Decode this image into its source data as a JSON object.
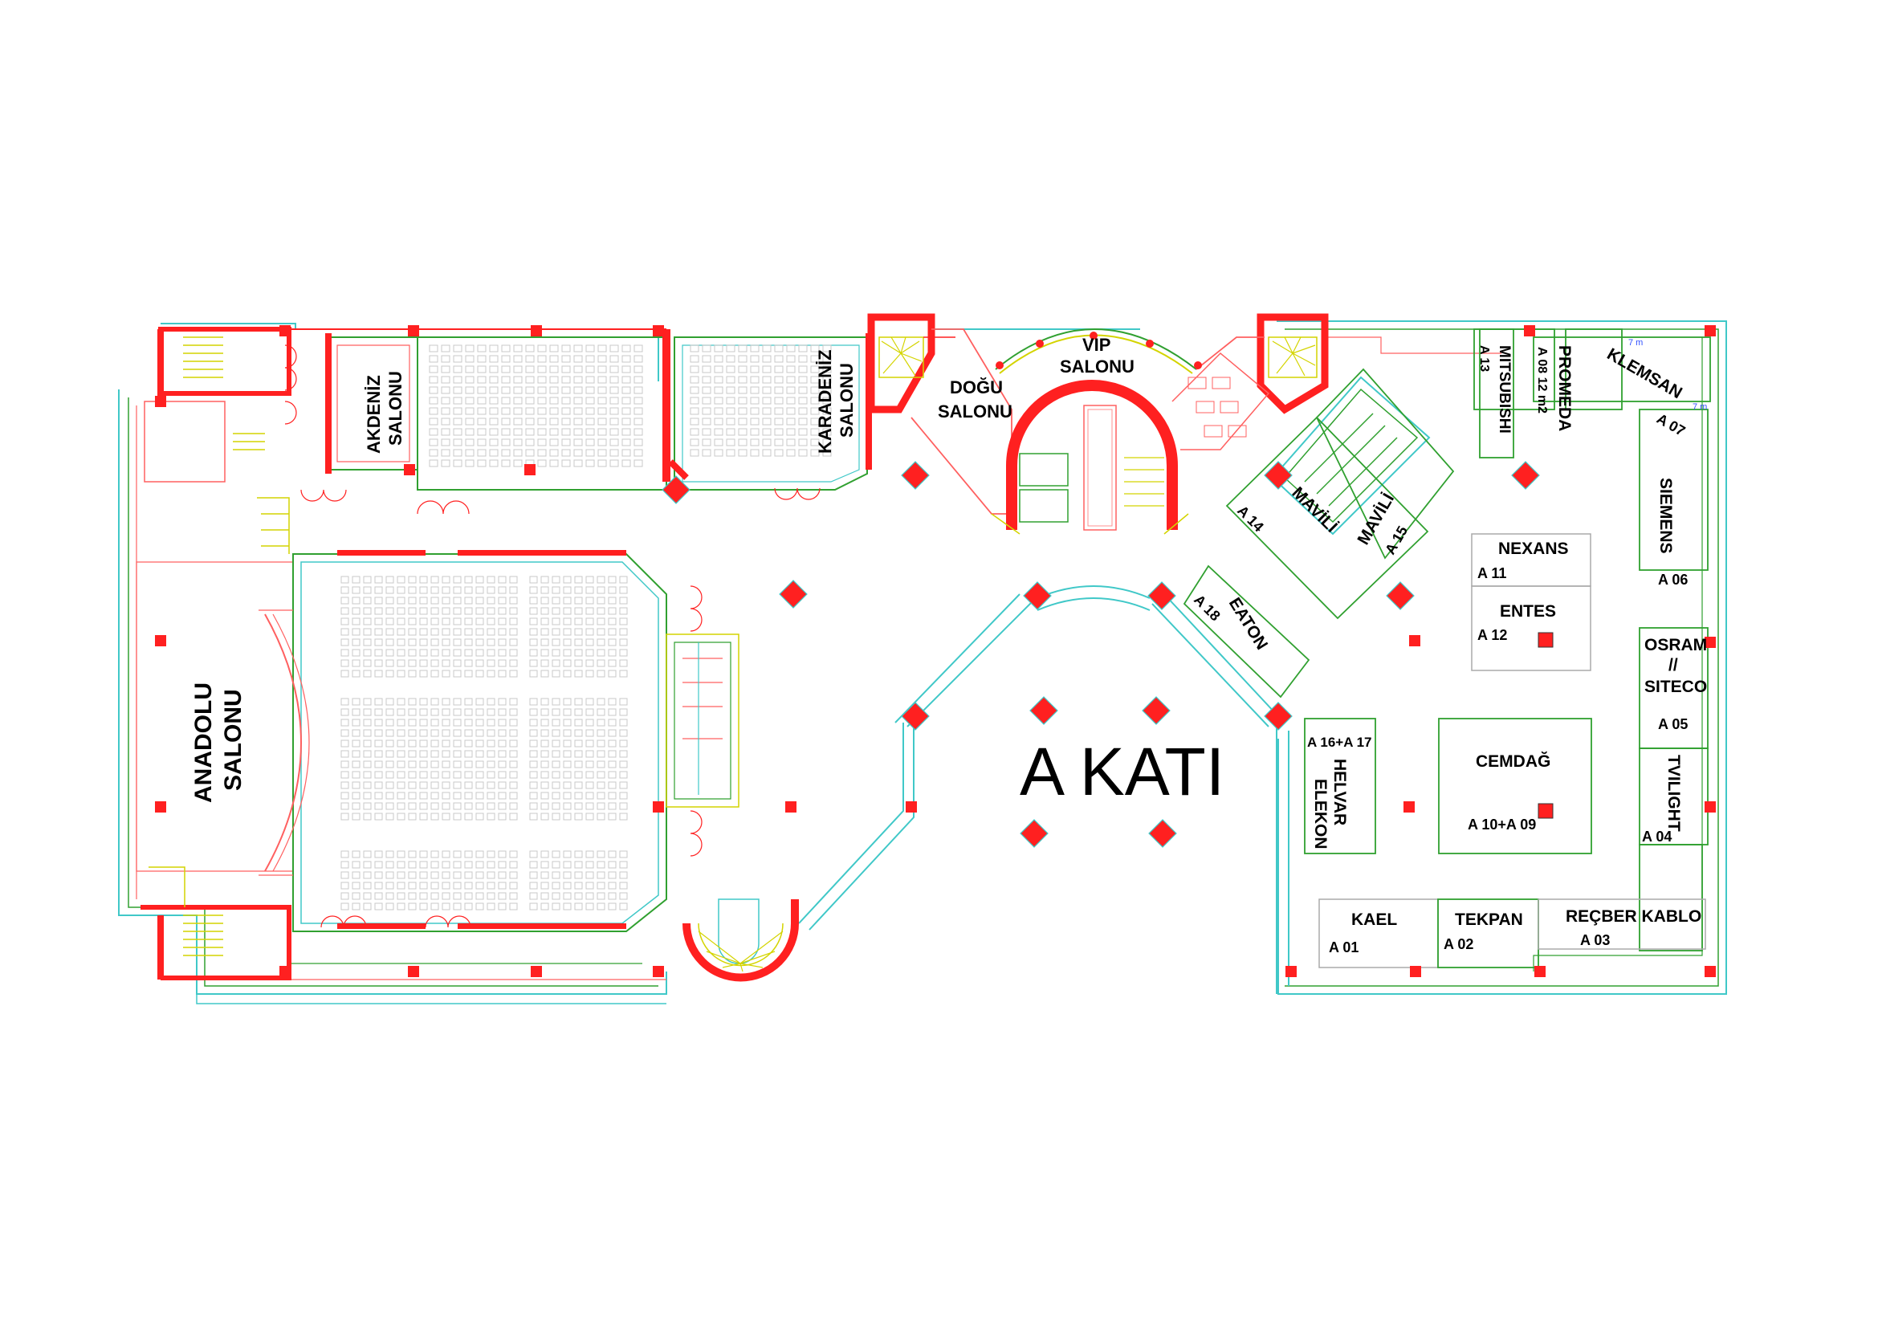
{
  "floor": {
    "title": "A KATI",
    "dimension_labels": [
      "7 m",
      "7 m"
    ]
  },
  "halls": {
    "anadolu": [
      "ANADOLU",
      "SALONU"
    ],
    "akdeniz": [
      "AKDENİZ",
      "SALONU"
    ],
    "karadeniz": [
      "KARADENİZ",
      "SALONU"
    ],
    "dogu": [
      "DOĞU",
      "SALONU"
    ],
    "vip": [
      "VIP",
      "SALONU"
    ]
  },
  "booths": [
    {
      "code": "A 01",
      "name": "KAEL"
    },
    {
      "code": "A 02",
      "name": "TEKPAN"
    },
    {
      "code": "A 03",
      "name": "REÇBER KABLO"
    },
    {
      "code": "A 04",
      "name": "TVILIGHT"
    },
    {
      "code": "A 05",
      "name": "OSRAM // SITECO"
    },
    {
      "code": "A 06",
      "name": "SIEMENS"
    },
    {
      "code": "A 07",
      "name": "KLEMSAN"
    },
    {
      "code": "A 08 12 m2",
      "name": "PROMEDA"
    },
    {
      "code": "A 10+A 09",
      "name": "CEMDAĞ"
    },
    {
      "code": "A 11",
      "name": "NEXANS"
    },
    {
      "code": "A 12",
      "name": "ENTES"
    },
    {
      "code": "A 13",
      "name": "MITSUBISHI"
    },
    {
      "code": "A 14",
      "name": "MAVİLİ"
    },
    {
      "code": "A 15",
      "name": "MAVİLİ"
    },
    {
      "code": "A 16+A 17",
      "name": "HELVAR ELEKON"
    },
    {
      "code": "A 18",
      "name": "EATON"
    }
  ],
  "colors": {
    "wall": "#ff2020",
    "wall_dark": "#c00000",
    "cyan": "#40c8c8",
    "green": "#30a030",
    "yellow": "#d4d400",
    "seat": "#c8c8c8",
    "dim": "#3050ff"
  }
}
